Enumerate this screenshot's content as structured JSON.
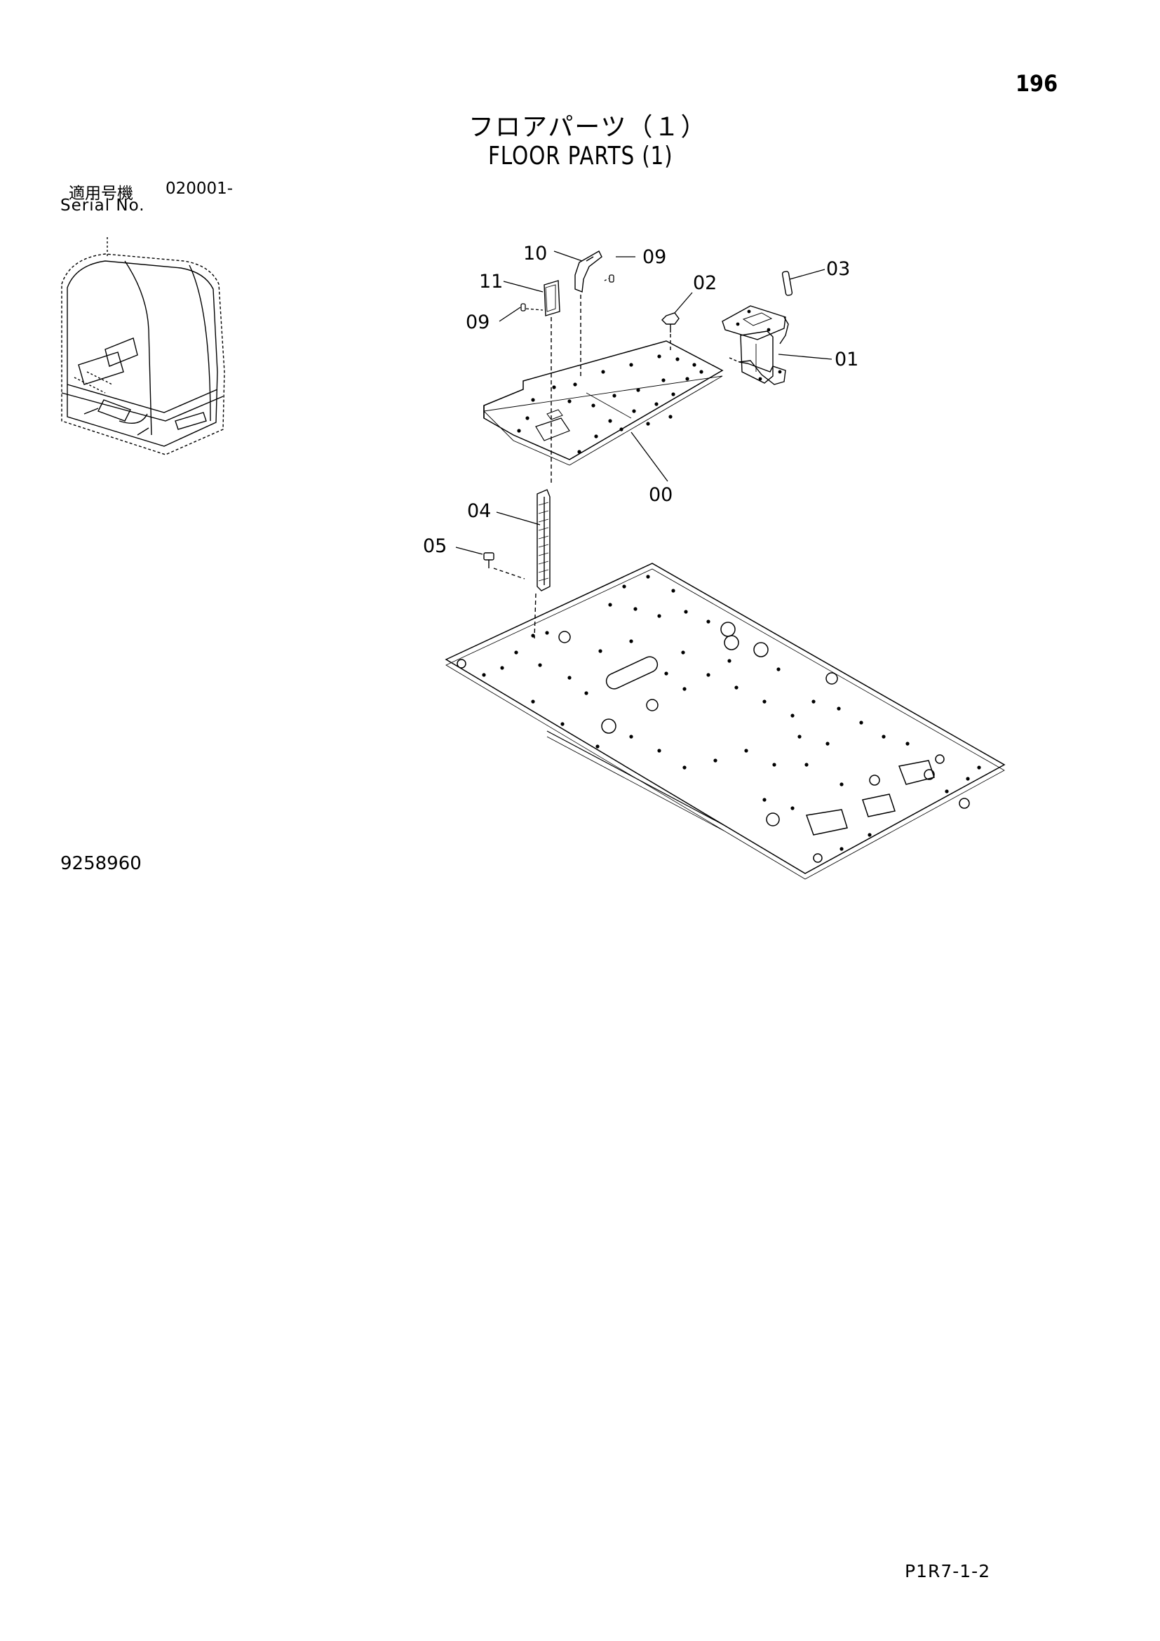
{
  "page": {
    "number": "196"
  },
  "title": {
    "japanese": "フロアパーツ（１）",
    "english": "FLOOR PARTS (1)"
  },
  "serial": {
    "label_jp": "適用号機",
    "value": "020001-",
    "label_en": "Serial No."
  },
  "drawing_number": "9258960",
  "footer_code": "P1R7-1-2",
  "callouts": {
    "c00": "00",
    "c01": "01",
    "c02": "02",
    "c03": "03",
    "c04": "04",
    "c05": "05",
    "c09a": "09",
    "c09b": "09",
    "c10": "10",
    "c11": "11"
  }
}
